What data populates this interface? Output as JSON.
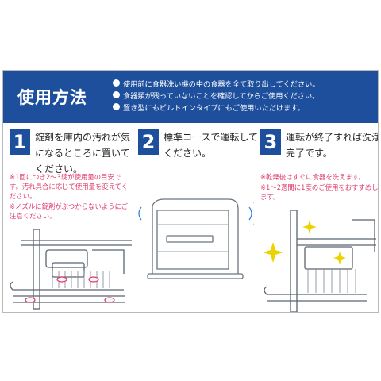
{
  "header": {
    "title": "使用方法",
    "notes": [
      "使用前に食器洗い機の中の食器を全て取り出してください。",
      "食器類が残っていないことを確認してからご使用ください。",
      "置き型にもビルトインタイプにもご使用いただけます。"
    ]
  },
  "steps": [
    {
      "number": "1",
      "text": "錠剤を庫内の汚れが気になるところに置いてください。",
      "notes": [
        "※1回につき2〜3錠が使用量の目安です。汚れ具合に応じて使用量を変えてください。",
        "※ノズルに錠剤がぶつからないようにご注意ください。"
      ]
    },
    {
      "number": "2",
      "text": "標準コースで運転してください。",
      "notes": []
    },
    {
      "number": "3",
      "text": "運転が終了すれば洗浄完了です。",
      "notes": [
        "※乾燥後はすぐに食器を洗えます。",
        "※1〜2週間に1度のご使用をおすすめします。"
      ]
    }
  ],
  "colors": {
    "accent": "#1d4f9c",
    "note_red": "#e0396a",
    "sparkle": "#ecd300"
  },
  "icons": [
    "dish-rack-tablets-illustration",
    "dishwasher-running-illustration",
    "clean-rack-sparkle-illustration"
  ]
}
